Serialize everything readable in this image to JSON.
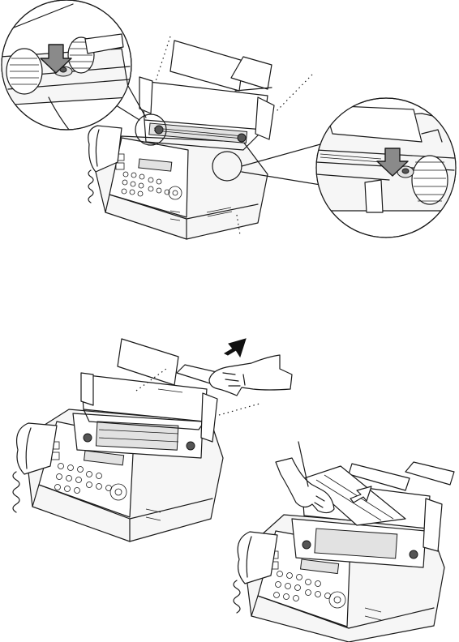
{
  "page": {
    "background": "#ffffff",
    "ink": "#1a1a1a",
    "arrow_grey": "#8a8a8a"
  },
  "figures": [
    {
      "name": "fax-open-cover-release-figure",
      "icons": [
        "fax-machine-icon",
        "magnifier-callout-left-icon",
        "magnifier-callout-right-icon",
        "press-down-arrow-icon"
      ]
    },
    {
      "name": "fax-lift-cover-figure",
      "icons": [
        "fax-machine-icon",
        "hand-icon",
        "lift-up-arrow-icon"
      ]
    },
    {
      "name": "fax-remove-ribbon-figure",
      "icons": [
        "fax-machine-icon",
        "hand-icon",
        "pull-up-arrow-icon"
      ]
    }
  ]
}
